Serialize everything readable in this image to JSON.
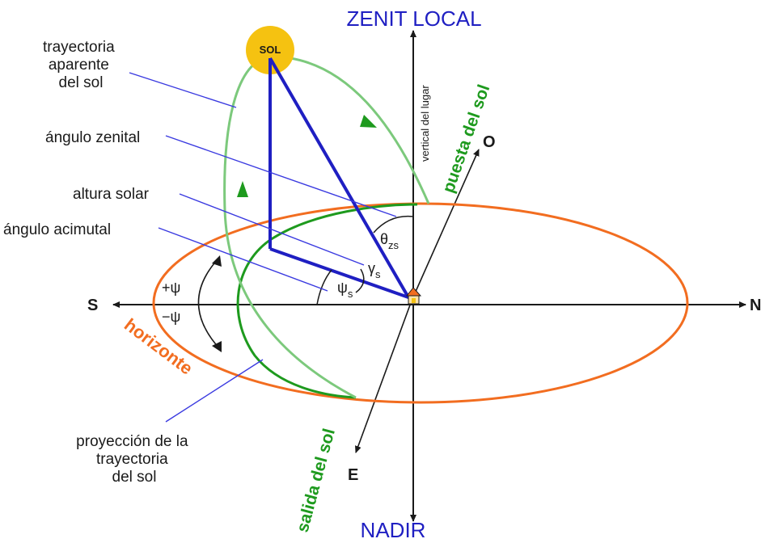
{
  "title_top": "ZENIT LOCAL",
  "title_bottom": "NADIR",
  "vertical_label": "vertical del lugar",
  "sun_label": "SOL",
  "directions": {
    "south": "S",
    "north": "N",
    "west": "O",
    "east": "E"
  },
  "left_labels": {
    "trajectory": [
      "trayectoria",
      "aparente",
      "del sol"
    ],
    "zenith_angle": "ángulo zenital",
    "solar_height": "altura solar",
    "azimuth_angle": "ángulo acimutal",
    "projection": [
      "proyección de la",
      "trayectoria",
      "del sol"
    ]
  },
  "curve_labels": {
    "sunset": "puesta del sol",
    "sunrise": "salida del sol",
    "horizon": "horizonte"
  },
  "angle_symbols": {
    "theta": "θ",
    "theta_sub": "zs",
    "gamma": "γ",
    "gamma_sub": "s",
    "psi": "ψ",
    "psi_sub": "s",
    "plus_psi": "+ψ",
    "minus_psi": "−ψ"
  },
  "colors": {
    "blue": "#1f1fc2",
    "label_line": "#3a3ae0",
    "green_light": "#7cc97c",
    "green_dark": "#1e9a1e",
    "orange": "#f26d20",
    "sun": "#f5c211",
    "axis": "#1a1a1a"
  }
}
